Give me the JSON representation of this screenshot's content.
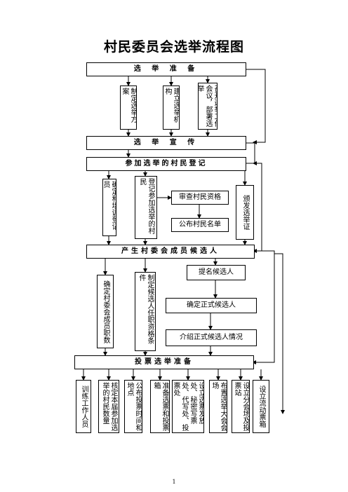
{
  "title": "村民委员会选举流程图",
  "stages": [
    "选 举 准 备",
    "选 举 宣 传",
    "参加选举的村民登记",
    "产生村委会成员候选人",
    "投票选举准备"
  ],
  "prep_items": [
    "制定选举方案",
    "建立选举机构",
    "召开选举工作会议，部署选举"
  ],
  "registration": {
    "items_left": [
      "确定和培训登记员",
      "登记参加选举的村民"
    ],
    "steps": [
      "审查村民资格",
      "公布村民名单"
    ],
    "item_right": "颁发选举证"
  },
  "candidates": {
    "items_left": [
      "确定村委会成员职数",
      "制定候选人任职资格条件"
    ],
    "steps": [
      "提名候选人",
      "确定正式候选人",
      "介绍正式候选人情况"
    ]
  },
  "voting_items": [
    "训练工作人员",
    "核定本届参加选举的村民数量",
    "公布投票时间和地点",
    "准备选票和投票箱",
    "设立选票发放处、秘密写票处、代写处、投票处",
    "布置选举大会会场",
    "设立分会场及投票站",
    "设立流动票箱"
  ],
  "page_number": "1"
}
